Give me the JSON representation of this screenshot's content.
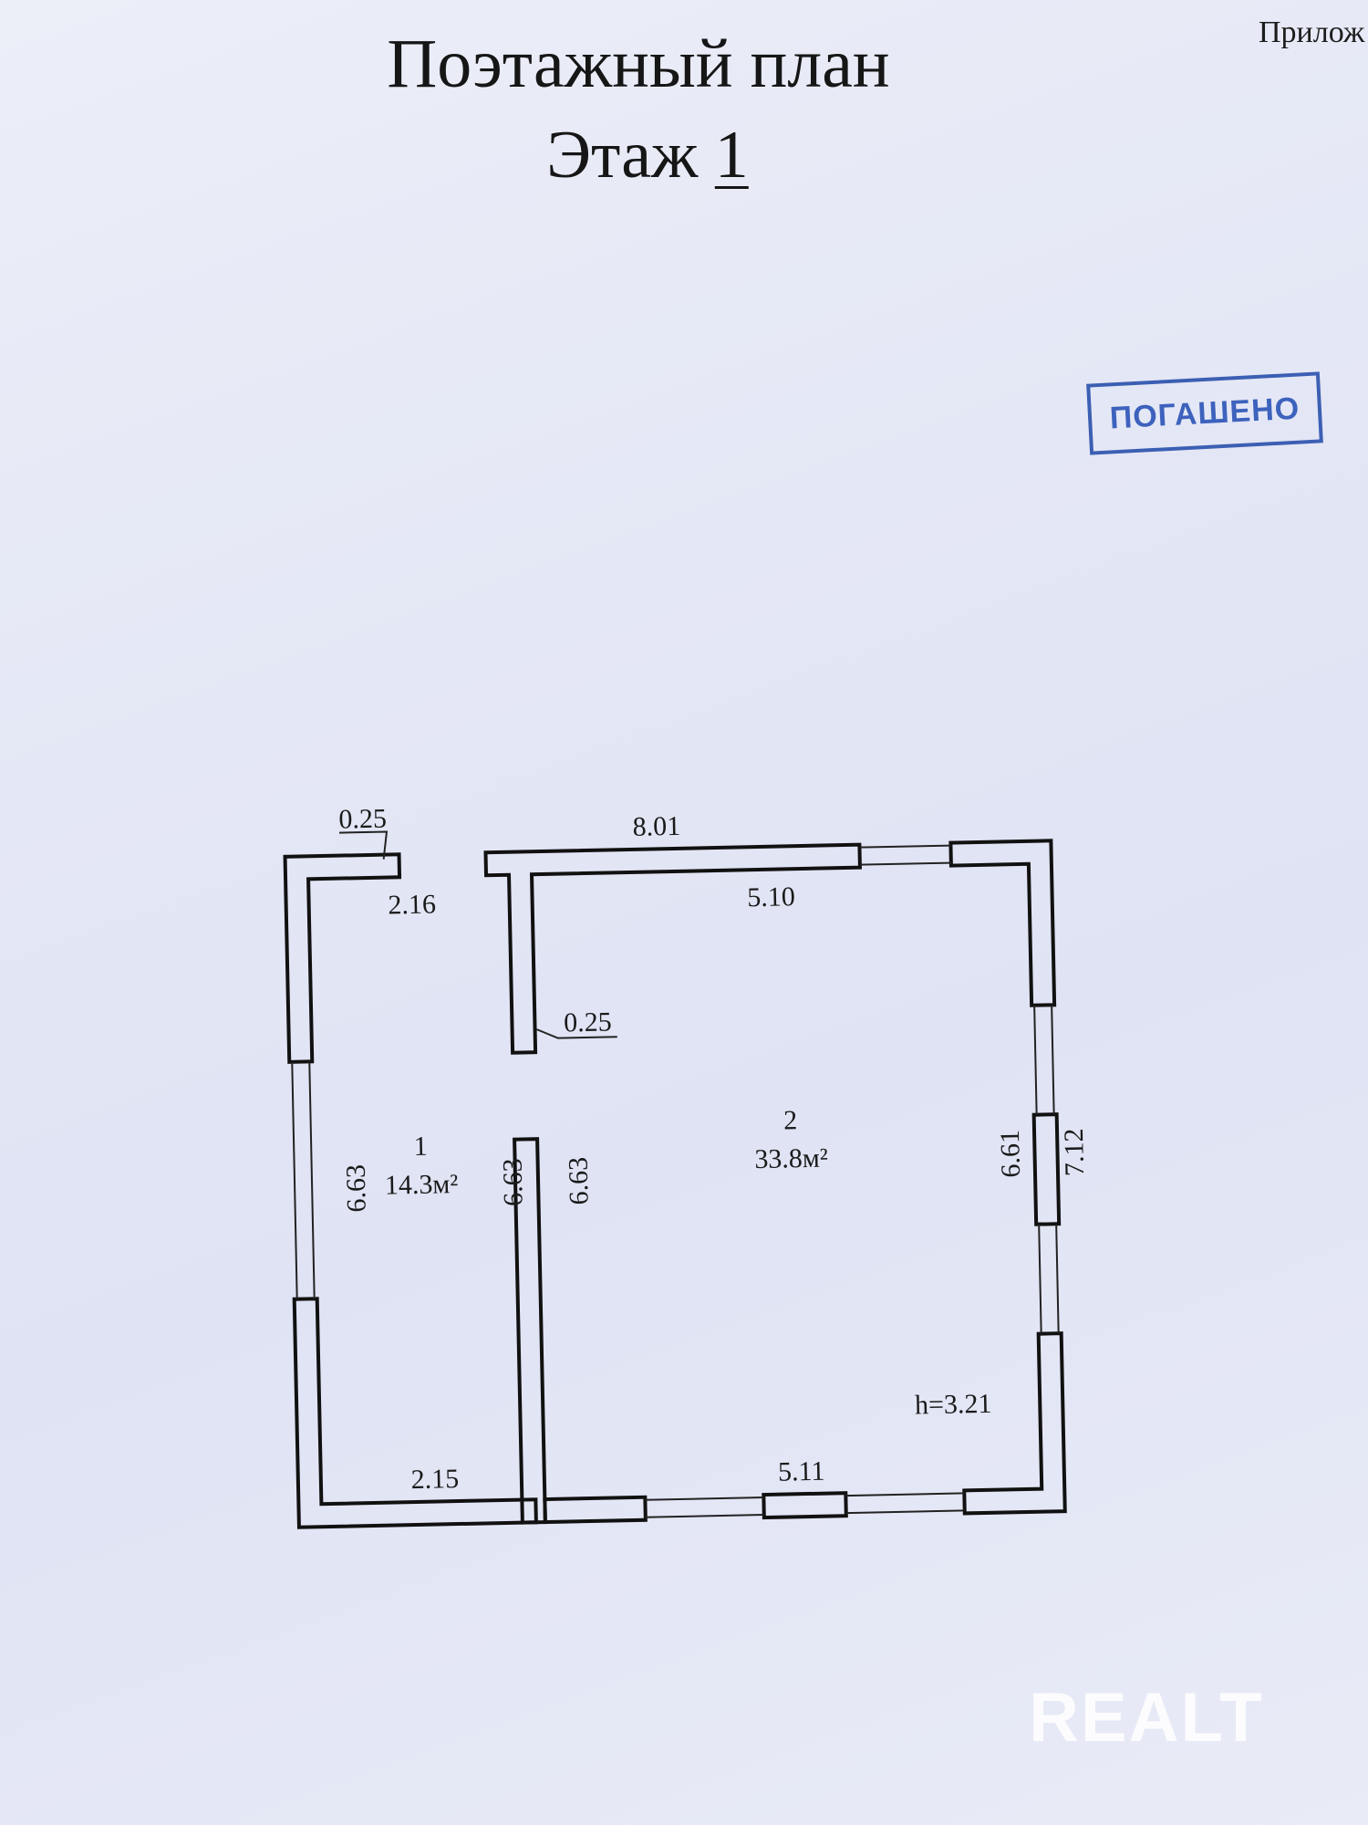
{
  "header": {
    "title": "Поэтажный план",
    "floor_prefix": "Этаж ",
    "floor_number": "1",
    "corner_note": "Прилож"
  },
  "stamp": {
    "text": "ПОГАШЕНО",
    "color": "#3d62bd"
  },
  "plan": {
    "rooms": [
      {
        "number": "1",
        "area": "14.3м²"
      },
      {
        "number": "2",
        "area": "33.8м²"
      }
    ],
    "dimensions": {
      "top_outer": "8.01",
      "top_inner": "5.10",
      "left_small_wall": "0.25",
      "left_top_inner": "2.16",
      "partition_thickness": "0.25",
      "room1_left_height": "6.63",
      "room1_right_height": "6.63",
      "room2_left_height": "6.63",
      "room2_right_inner": "6.61",
      "right_outer": "7.12",
      "room1_bottom": "2.15",
      "room2_bottom": "5.11",
      "ceiling_height": "h=3.21"
    }
  },
  "watermark": {
    "text": "REALT"
  }
}
